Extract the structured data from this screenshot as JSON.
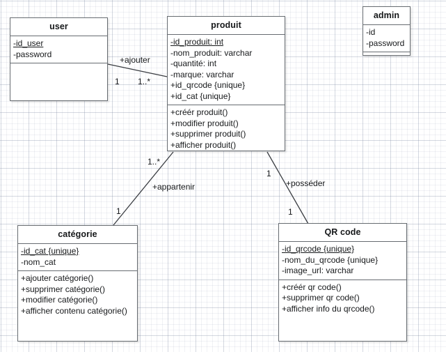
{
  "diagram": {
    "title": "UML class diagram",
    "background": "#ffffff",
    "grid_color": "#dfe3ec",
    "box_border_color": "#666b70",
    "text_color": "#16181a"
  },
  "classes": {
    "user": {
      "name": "user",
      "attributes": [
        {
          "text": "-id_user",
          "primary_key": true
        },
        {
          "text": "-password",
          "primary_key": false
        }
      ],
      "operations": []
    },
    "produit": {
      "name": "produit",
      "attributes": [
        {
          "text": "-id_produit: int",
          "primary_key": true
        },
        {
          "text": "-nom_produit: varchar",
          "primary_key": false
        },
        {
          "text": "-quantité: int",
          "primary_key": false
        },
        {
          "text": "-marque: varchar",
          "primary_key": false
        },
        {
          "text": "+id_qrcode {unique}",
          "primary_key": false
        },
        {
          "text": "+id_cat {unique}",
          "primary_key": false
        }
      ],
      "operations": [
        {
          "text": "+créér produit()"
        },
        {
          "text": "+modifier produit()"
        },
        {
          "text": "+supprimer produit()"
        },
        {
          "text": "+afficher produit()"
        }
      ]
    },
    "admin": {
      "name": "admin",
      "attributes": [
        {
          "text": "-id",
          "primary_key": false
        },
        {
          "text": "-password",
          "primary_key": false
        }
      ],
      "operations": []
    },
    "categorie": {
      "name": "catégorie",
      "attributes": [
        {
          "text": "-id_cat {unique}",
          "primary_key": true
        },
        {
          "text": "-nom_cat",
          "primary_key": false
        }
      ],
      "operations": [
        {
          "text": "+ajouter catégorie()"
        },
        {
          "text": "+supprimer catégorie()"
        },
        {
          "text": "+modifier catégorie()"
        },
        {
          "text": "+afficher contenu catégorie()"
        }
      ]
    },
    "qrcode": {
      "name": "QR code",
      "attributes": [
        {
          "text": "-id_qrcode {unique}",
          "primary_key": true
        },
        {
          "text": "-nom_du_qrcode {unique}",
          "primary_key": false
        },
        {
          "text": "-image_url: varchar",
          "primary_key": false
        }
      ],
      "operations": [
        {
          "text": "+créér qr code()"
        },
        {
          "text": "+supprimer qr code()"
        },
        {
          "text": "+afficher info du qrcode()"
        }
      ]
    }
  },
  "associations": {
    "user_produit": {
      "label": "+ajouter",
      "source_multiplicity": "1",
      "target_multiplicity": "1..*"
    },
    "produit_categorie": {
      "label": "+appartenir",
      "source_multiplicity": "1..*",
      "target_multiplicity": "1"
    },
    "produit_qrcode": {
      "label": "+posséder",
      "source_multiplicity": "1",
      "target_multiplicity": "1"
    }
  }
}
